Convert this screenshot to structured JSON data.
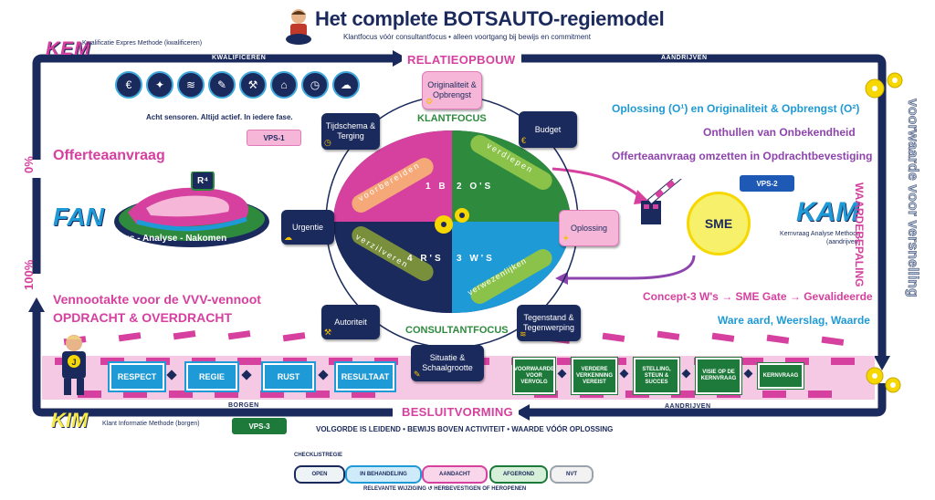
{
  "header": {
    "title": "Het complete BOTSAUTO-regiemodel",
    "subtitle": "Klantfocus vóór consultantfocus • alleen voortgang bij bewijs en commitment"
  },
  "kem": {
    "logo": "KEM",
    "caption": "Kwalificatie Expres Methode (kwalificeren)",
    "note": "Acht sensoren. Altijd actief. In iedere fase.",
    "vps": "VPS-1"
  },
  "bars": {
    "kwalificeren": "KWALIFICEREN",
    "aandrijven_top": "AANDRIJVEN",
    "aandrijven_bottom": "AANDRIJVEN",
    "borgen": "BORGEN"
  },
  "sections": {
    "relatieopbouw": "RELATIEOPBOUW",
    "besluitvorming": "BESLUITVORMING"
  },
  "sensor_icons": [
    "euro-icon",
    "bulb-icon",
    "wind-icon",
    "edit-icon",
    "hammer-icon",
    "home-icon",
    "clock-icon",
    "cloud-icon"
  ],
  "left": {
    "pct_0": "0%",
    "pct_100": "100%",
    "offerte": "Offerteaanvraag",
    "fan_logo": "FAN",
    "fan_caption": "Focus - Analyse - Nakomen",
    "car_badge": "R⁴",
    "vvv_title": "Vennootakte voor de VVV-vennoot",
    "vvv_sub": "OPDRACHT & OVERDRACHT"
  },
  "wheel": {
    "klantfocus": "KLANTFOCUS",
    "consultantfocus": "CONSULTANTFOCUS",
    "q1": "1 B",
    "q2": "2 O'S",
    "q3": "3 W'S",
    "q4": "4 R'S",
    "s_voorbereiden": "voorbereiden",
    "s_verdiepen": "verdiepen",
    "s_verwezenlijken": "verwezenlijken",
    "s_verzilveren": "verzilveren"
  },
  "nodes": {
    "originaliteit": "Originaliteit & Opbrengst",
    "budget": "Budget",
    "tijdschema": "Tijdschema & Terging",
    "urgentie": "Urgentie",
    "oplossing": "Oplossing",
    "autoriteit": "Autoriteit",
    "tegenstand": "Tegenstand & Tegenwerping",
    "situatie": "Situatie & Schaalgrootte"
  },
  "right": {
    "line1": "Oplossing (O¹) en Originaliteit & Opbrengst (O²)",
    "line2": "Onthullen van Onbekendheid",
    "line3": "Offerteaanvraag omzetten in Opdrachtbevestiging",
    "vps2": "VPS-2",
    "sme": "SME",
    "kam_logo": "KAM",
    "kam_caption": "Kernvraag Analyse Methode (aandrijven)",
    "vertical1": "voorwaarde voor versnelling",
    "vertical2": "WAARDEBEPALING",
    "concept": "Concept-3 W's → SME Gate → Gevalideerde",
    "w_line": "Ware aard, Weerslag, Waarde"
  },
  "bottom": {
    "r_buttons": [
      "RESPECT",
      "REGIE",
      "RUST",
      "RESULTAAT"
    ],
    "g_buttons": [
      "VOORWAARDE VOOR VERVOLG",
      "VERDERE VERKENNING VEREIST",
      "STELLING, STEUN & SUCCES",
      "VISIE OP DE KERNVRAAG",
      "KERNVRAAG"
    ],
    "kim_logo": "KIM",
    "kim_caption": "Klant Informatie Methode (borgen)",
    "vps3": "VPS-3",
    "principles": "VOLGORDE IS LEIDEND • BEWIJS BOVEN ACTIVITEIT • WAARDE VÓÓR OPLOSSING"
  },
  "checklist": {
    "title": "CHECKLISTREGIE",
    "items": [
      "OPEN",
      "IN BEHANDELING",
      "AANDACHT",
      "AFGEROND",
      "NVT"
    ],
    "footer": "RELEVANTE WIJZIGING ↺ HERBEVESTIGEN OF HEROPENEN"
  },
  "colors": {
    "navy": "#1b2a5c",
    "pink": "#d6409f",
    "blue": "#1e9ad6",
    "green": "#1e7a3a",
    "yellow": "#f6e94a"
  }
}
